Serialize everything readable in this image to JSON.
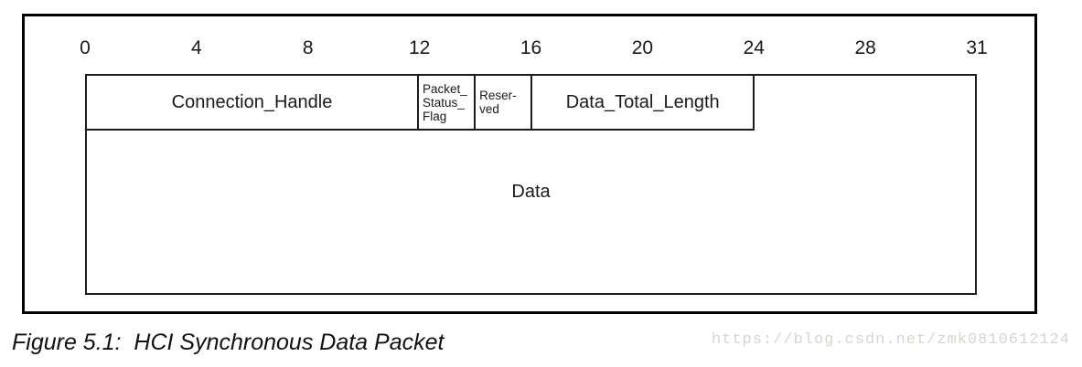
{
  "diagram": {
    "bit_labels": [
      "0",
      "4",
      "8",
      "12",
      "16",
      "20",
      "24",
      "28",
      "31"
    ],
    "fields": [
      {
        "label": "Connection_Handle"
      },
      {
        "label": "Packet_\nStatus_\nFlag"
      },
      {
        "label": "Reser-\nved"
      },
      {
        "label": "Data_Total_Length"
      }
    ],
    "data_field_label": "Data"
  },
  "caption": "Figure 5.1:  HCI Synchronous Data Packet",
  "watermark": "https://blog.csdn.net/zmk0810612124",
  "colors": {
    "frame_border": "#000000",
    "cell_border": "#1c1c1c",
    "text": "#1a1a1a",
    "watermark": "#d8d5cc"
  }
}
